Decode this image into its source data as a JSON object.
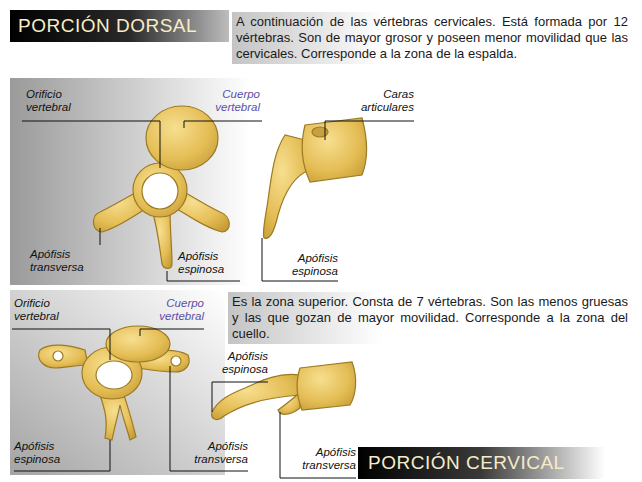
{
  "diagram": {
    "nodes": [
      {
        "text": [
          "PORCIÓN DORSAL"
        ]
      },
      {
        "text": [
          "A continuación de las vértebras cervicales. Está formada por 12 vértebras. Son de mayor grosor y poseen menor movilidad que las cervicales. Corresponde a la zona de la espalda."
        ]
      },
      {
        "text": [
          "Es la zona superior. Consta de 7 vértebras. Son las menos gruesas y las que gozan de mayor movilidad. Corresponde a la zona del cuello."
        ]
      },
      {
        "text": [
          "PORCIÓN CERVICAL"
        ]
      }
    ],
    "labels": [
      "Orificio vertebral",
      "Cuerpo vertebral",
      "Caras articulares",
      "Apófisis transversa",
      "Apófisis espinosa",
      "Apófisis espinosa",
      "Orificio vertebral",
      "Cuerpo vertebral",
      "Apófisis espinosa",
      "Apófisis espinosa",
      "Apófisis transversa",
      "Apófisis transversa"
    ]
  }
}
